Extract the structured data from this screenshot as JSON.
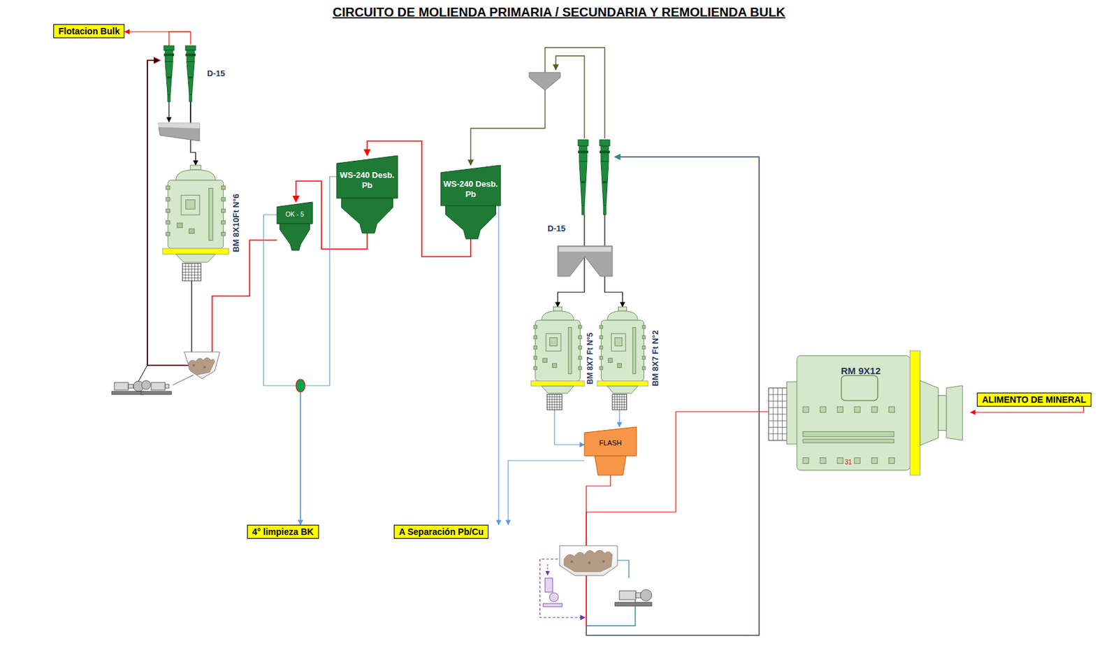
{
  "diagram": {
    "title": "CIRCUITO DE MOLIENDA PRIMARIA / SECUNDARIA Y REMOLIENDA BULK",
    "nodes": [
      {
        "text": [
          "Flotacion Bulk"
        ]
      },
      {
        "text": [
          "D-15"
        ]
      },
      {
        "text": [
          "BM 8X10Ft N°6"
        ]
      },
      {
        "text": [
          "OK - 5"
        ]
      },
      {
        "text": [
          "WS-240 Desb. Pb"
        ]
      },
      {
        "text": [
          "WS-240 Desb. Pb"
        ]
      },
      {
        "text": [
          "D-15"
        ]
      },
      {
        "text": [
          "BM 8X7 Ft N°5"
        ]
      },
      {
        "text": [
          "BM 8X7 Ft N°2"
        ]
      },
      {
        "text": [
          "FLASH"
        ]
      },
      {
        "text": [
          "RM 9X12"
        ]
      },
      {
        "text": [
          "ALIMENTO DE MINERAL"
        ]
      },
      {
        "text": [
          "4° limpieza BK"
        ]
      },
      {
        "text": [
          "A Separación Pb/Cu"
        ]
      }
    ],
    "edges": [
      {
        "from": 1,
        "to": 0,
        "arrow": "to"
      },
      {
        "from": 1,
        "to": 2,
        "arrow": "to"
      },
      {
        "from": 2,
        "to": 1,
        "arrow": "to"
      },
      {
        "from": 3,
        "to": 1,
        "arrow": "to"
      },
      {
        "from": 4,
        "to": 3,
        "arrow": "to"
      },
      {
        "from": 5,
        "to": 4,
        "arrow": "to"
      },
      {
        "from": 3,
        "to": 12,
        "arrow": "to"
      },
      {
        "from": 4,
        "to": 12,
        "arrow": "to"
      },
      {
        "from": 5,
        "to": 13,
        "arrow": "to"
      },
      {
        "from": 6,
        "to": 5,
        "arrow": "to"
      },
      {
        "from": 6,
        "to": 7,
        "arrow": "to"
      },
      {
        "from": 6,
        "to": 8,
        "arrow": "to"
      },
      {
        "from": 7,
        "to": 9,
        "arrow": "to"
      },
      {
        "from": 8,
        "to": 9,
        "arrow": "to"
      },
      {
        "from": 9,
        "to": 13,
        "arrow": "to"
      },
      {
        "from": 9,
        "to": 6,
        "arrow": "to"
      },
      {
        "from": 10,
        "to": 6,
        "arrow": "to"
      },
      {
        "from": 11,
        "to": 10,
        "arrow": "to"
      }
    ],
    "labels": [
      "31"
    ]
  }
}
